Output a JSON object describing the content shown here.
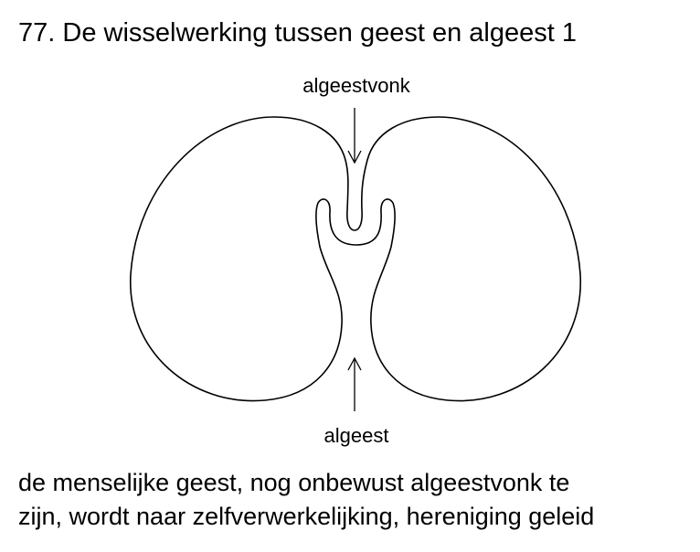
{
  "title": "77. De wisselwerking tussen geest en algeest 1",
  "diagram": {
    "label_top": "algeestvonk",
    "label_bottom": "algeest",
    "stroke_color": "#000000"
  },
  "caption": {
    "line1": "de menselijke geest, nog onbewust algeestvonk te",
    "line2": "zijn, wordt naar zelfverwerkelijking, hereniging geleid"
  }
}
